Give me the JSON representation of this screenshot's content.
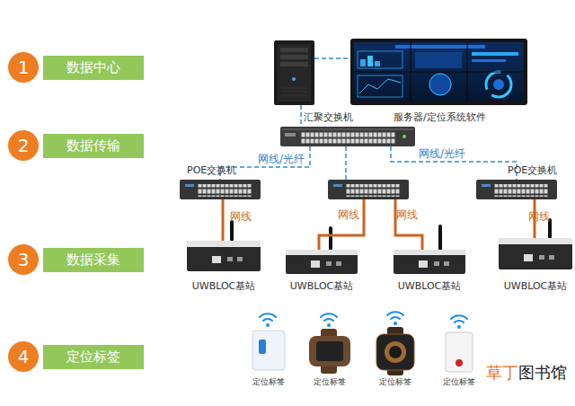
{
  "diagram": {
    "nodes": [
      {
        "text": [
          "1"
        ]
      },
      {
        "text": [
          "数据中心"
        ]
      },
      {
        "text": [
          "2"
        ]
      },
      {
        "text": [
          "数据传输"
        ]
      },
      {
        "text": [
          "3"
        ]
      },
      {
        "text": [
          "数据采集"
        ]
      },
      {
        "text": [
          "4"
        ]
      },
      {
        "text": [
          "定位标签"
        ]
      },
      {
        "text": [
          "服务器/定位系统软件"
        ]
      },
      {
        "text": [
          "汇聚交换机"
        ]
      },
      {
        "text": [
          "POE交换机"
        ]
      },
      {
        "text": []
      },
      {
        "text": [
          "POE交换机"
        ]
      },
      {
        "text": [
          "UWBLOC基站"
        ]
      },
      {
        "text": [
          "UWBLOC基站"
        ]
      },
      {
        "text": [
          "UWBLOC基站"
        ]
      },
      {
        "text": [
          "UWBLOC基站"
        ]
      },
      {
        "text": [
          "定位标签"
        ]
      },
      {
        "text": [
          "定位标签"
        ]
      },
      {
        "text": [
          "定位标签"
        ]
      },
      {
        "text": [
          "定位标签"
        ]
      }
    ],
    "edges": [
      {
        "from": 8,
        "to": 9,
        "arrow": "none"
      },
      {
        "from": 9,
        "to": 10,
        "label": "网线/光纤",
        "arrow": "none"
      },
      {
        "from": 9,
        "to": 11,
        "arrow": "none"
      },
      {
        "from": 9,
        "to": 12,
        "label": "网线/光纤",
        "arrow": "none"
      },
      {
        "from": 10,
        "to": 13,
        "label": "网线",
        "arrow": "none"
      },
      {
        "from": 11,
        "to": 14,
        "label": "网线",
        "arrow": "none"
      },
      {
        "from": 11,
        "to": 15,
        "label": "网线",
        "arrow": "none"
      },
      {
        "from": 12,
        "to": 16,
        "label": "网线",
        "arrow": "none"
      }
    ],
    "labels": [
      "草丁",
      "图书馆"
    ]
  }
}
